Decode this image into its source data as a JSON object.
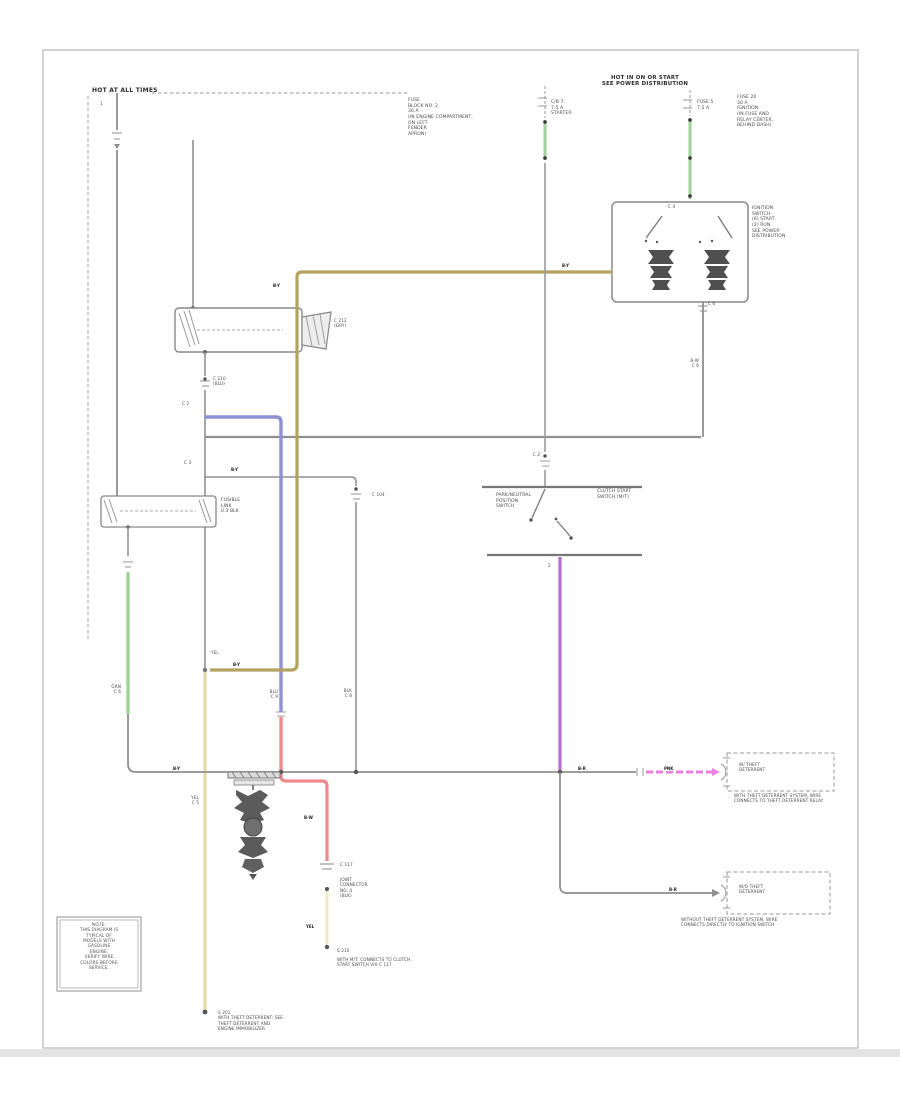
{
  "colors": {
    "green": "#9fd39b",
    "blue": "#8f90d6",
    "red": "#f0898d",
    "olive": "#b5a25e",
    "pale_tan": "#e6d9a8",
    "pale_yellow": "#efe9c8",
    "purple": "#b66fc8",
    "magenta": "#ea7fe0"
  },
  "banners": {
    "hot_left": "HOT AT ALL TIMES",
    "hot_center": "HOT IN ON OR START\nSEE POWER DISTRIBUTION"
  },
  "fuses": {
    "main_block": "FUSE\nBLOCK NO. 2\n30 A\n(IN ENGINE COMPARTMENT,\nON LEFT\nFENDER\nAPRON)",
    "left_fuse": "C/B 7\n7.5 A\nSTARTER",
    "right_fuse": "FUSE 5\n7.5 A",
    "ign_feed": "FUSE 20\n30 A\nIGNITION\n(IN FUSE AND\nRELAY CENTER,\nBEHIND DASH)"
  },
  "components": {
    "ignition_switch": "IGNITION\nSWITCH\n(6) START\n(2) RUN\nSEE POWER\nDISTRIBUTION",
    "relay_block_conn": "C 212\n(GRY)",
    "under_block_conn": "C 210\n(BLU)",
    "fusible_link": "FUSIBLE\nLINK\n0.3 BLK",
    "pnp_switch": "PARK/NEUTRAL\nPOSITION\nSWITCH",
    "clutch_switch": "CLUTCH START\nSWITCH (M/T)",
    "mid_connector": "C 104",
    "starter_conn": "C 117",
    "joint_connector": "JOINT\nCONNECTOR\nNO. 4\n(BLK)"
  },
  "splices": {
    "s210": "S 210",
    "s210_note": "WITH M/T: CONNECTS TO CLUTCH\nSTART SWITCH VIA C 117",
    "s201": "S 201\nWITH THEFT DETERRENT: SEE\nTHEFT DETERRENT AND\nENGINE IMMOBILIZER"
  },
  "theft": {
    "with_box": "W/ THEFT\nDETERRENT",
    "with_note": "WITH THEFT DETERRENT SYSTEM, WIRE\nCONNECTS TO THEFT DETERRENT RELAY",
    "without_box": "W/O THEFT\nDETERRENT",
    "without_note": "WITHOUT THEFT DETERRENT SYSTEM, WIRE\nCONNECTS DIRECTLY TO IGNITION SWITCH"
  },
  "wire_labels": {
    "f1": "1",
    "branch": "B-Y",
    "olive_top": "B-Y",
    "olive_vert": "B-Y",
    "olive_jog": "B-Y",
    "jog2": "YEL",
    "main_left": "B-Y",
    "main_right": "B-R",
    "main_pink": "PNK",
    "lower_right": "B-R",
    "red": "B-W",
    "pale": "YEL",
    "pnp_pin": "2"
  },
  "connector_labels": {
    "g2": "C 2",
    "g3": "C 3",
    "tan": "YEL\nC 5",
    "blue": "BLU\nC 9",
    "green": "GRN\nC 6",
    "mid": "BLK\nC 8",
    "ign_out": "B-W\nC 6",
    "pnp_c": "C 2",
    "ign_c": "C 6",
    "ign_pin": "C 4"
  },
  "note_box": "NOTE:\nTHIS DIAGRAM IS\nTYPICAL OF\nMODELS WITH\nGASOLINE\nENGINE.\nVERIFY WIRE\nCOLORS BEFORE\nSERVICE."
}
